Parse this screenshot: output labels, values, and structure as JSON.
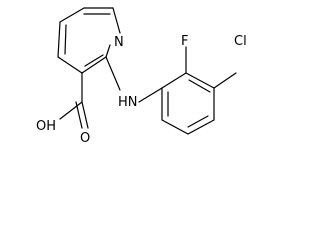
{
  "labels": {
    "pyridine_n": "N",
    "fluorine": "F",
    "chlorine": "Cl",
    "amine": "HN",
    "carbonyl_o": "O",
    "hydroxyl": "OH"
  }
}
